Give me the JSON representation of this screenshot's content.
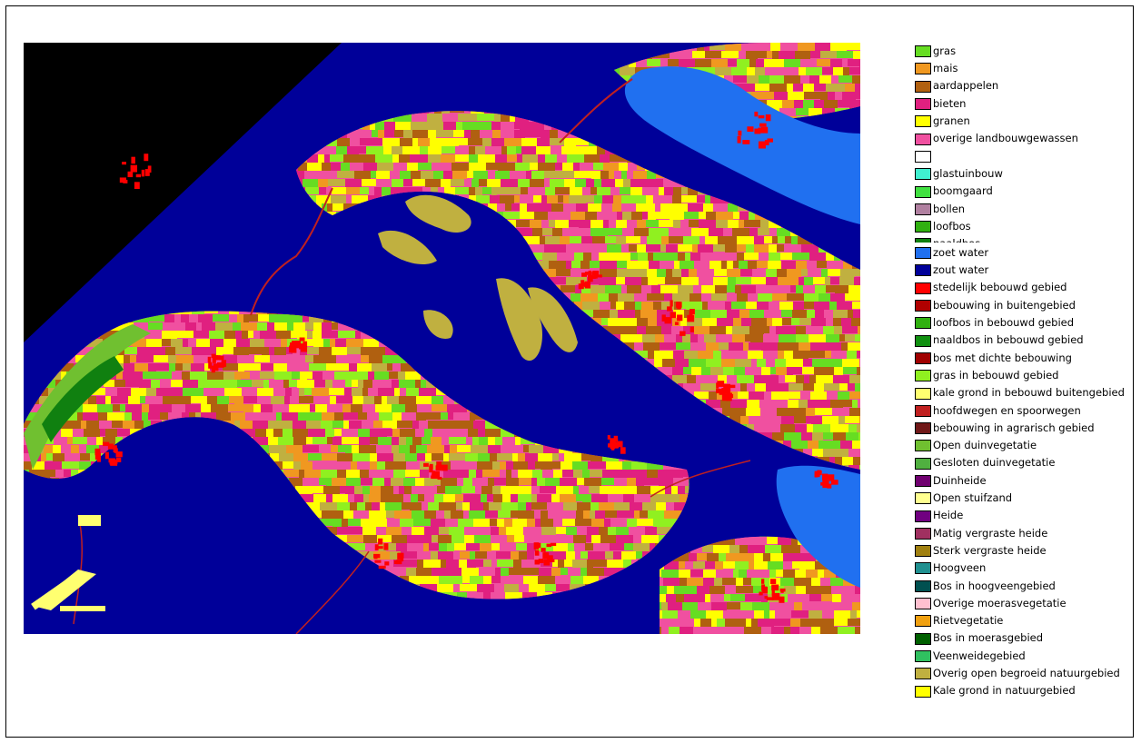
{
  "legend_top": [
    {
      "label": "gras",
      "color": "#66dd22"
    },
    {
      "label": "mais",
      "color": "#f09820"
    },
    {
      "label": "aardappelen",
      "color": "#b06010"
    },
    {
      "label": "bieten",
      "color": "#e02080"
    },
    {
      "label": "granen",
      "color": "#ffff00"
    },
    {
      "label": "overige landbouwgewassen",
      "color": "#f050a0"
    },
    {
      "label": "",
      "color": "#ffffff"
    },
    {
      "label": "glastuinbouw",
      "color": "#40f0d0"
    },
    {
      "label": "boomgaard",
      "color": "#40e040"
    },
    {
      "label": "bollen",
      "color": "#b080a0"
    },
    {
      "label": "loofbos",
      "color": "#30b010"
    },
    {
      "label": "naaldbos",
      "color": "#108010"
    }
  ],
  "legend_bottom": [
    {
      "label": "zoet water",
      "color": "#2070f0"
    },
    {
      "label": "zout water",
      "color": "#000099"
    },
    {
      "label": "stedelijk bebouwd gebied",
      "color": "#ff0000"
    },
    {
      "label": "bebouwing in buitengebied",
      "color": "#b00000"
    },
    {
      "label": "loofbos in bebouwd gebied",
      "color": "#30b010"
    },
    {
      "label": "naaldbos in bebouwd gebied",
      "color": "#109010"
    },
    {
      "label": "bos met dichte bebouwing",
      "color": "#a00000"
    },
    {
      "label": "gras in bebouwd gebied",
      "color": "#90f020"
    },
    {
      "label": "kale grond in bebouwd buitengebied",
      "color": "#ffff70"
    },
    {
      "label": "hoofdwegen en spoorwegen",
      "color": "#c02020"
    },
    {
      "label": "bebouwing in agrarisch gebied",
      "color": "#701818"
    },
    {
      "label": "Open duinvegetatie",
      "color": "#70c030"
    },
    {
      "label": "Gesloten duinvegetatie",
      "color": "#50b040"
    },
    {
      "label": "Duinheide",
      "color": "#700070"
    },
    {
      "label": "Open stuifzand",
      "color": "#ffff90"
    },
    {
      "label": "Heide",
      "color": "#700080"
    },
    {
      "label": "Matig vergraste heide",
      "color": "#a03060"
    },
    {
      "label": "Sterk vergraste heide",
      "color": "#a08010"
    },
    {
      "label": "Hoogveen",
      "color": "#209090"
    },
    {
      "label": "Bos in hoogveengebied",
      "color": "#005050"
    },
    {
      "label": "Overige moerasvegetatie",
      "color": "#ffc0d0"
    },
    {
      "label": "Rietvegetatie",
      "color": "#f0a010"
    },
    {
      "label": "Bos in moerasgebied",
      "color": "#006000"
    },
    {
      "label": "Veenweidegebied",
      "color": "#30c060"
    },
    {
      "label": "Overig open begroeid natuurgebied",
      "color": "#c0b040"
    },
    {
      "label": "Kale grond in natuurgebied",
      "color": "#ffff00"
    }
  ],
  "map": {
    "sea_color": "#000099",
    "outside_color": "#000000",
    "freshwater_color": "#2070f0",
    "sand_color": "#c0b040"
  }
}
